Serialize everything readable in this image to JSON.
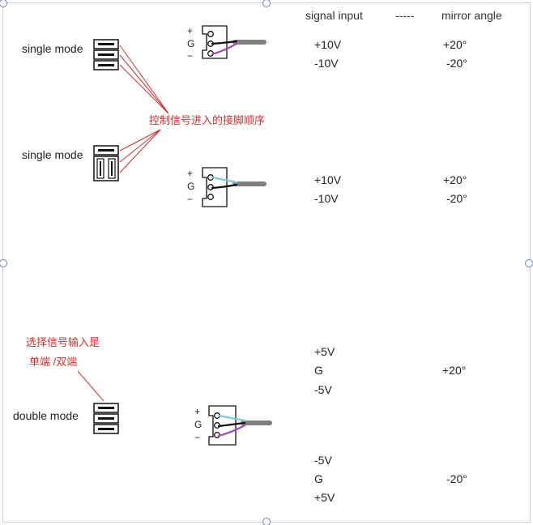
{
  "header": {
    "signal_input": "signal input",
    "dashes": "-----",
    "mirror_angle": "mirror angle"
  },
  "modes": {
    "single_top": "single mode",
    "single_bottom": "single mode",
    "double": "double mode"
  },
  "annotations": {
    "pin_order": "控制信号进入的接脚顺序",
    "select_line1": "选择信号输入是",
    "select_line2": "单端 /双端"
  },
  "connector_labels": {
    "plus": "+",
    "ground": "G",
    "minus": "−"
  },
  "section1": {
    "inputs": [
      "+10V",
      "-10V"
    ],
    "angles": [
      "+20°",
      "-20°"
    ]
  },
  "section2": {
    "inputs": [
      "+10V",
      "-10V"
    ],
    "angles": [
      "+20°",
      "-20°"
    ]
  },
  "section3": {
    "group1_inputs": [
      "+5V",
      "G",
      "-5V"
    ],
    "group1_angle": "+20°",
    "group2_inputs": [
      "-5V",
      "G",
      "+5V"
    ],
    "group2_angle": "-20°"
  },
  "colors": {
    "annotation": "#d0302f",
    "wire_gray": "#808080",
    "wire_black": "#111111",
    "wire_cyan": "#7fc8dc",
    "wire_purple": "#9b4fb0",
    "selection_border": "#c8d0ea"
  }
}
